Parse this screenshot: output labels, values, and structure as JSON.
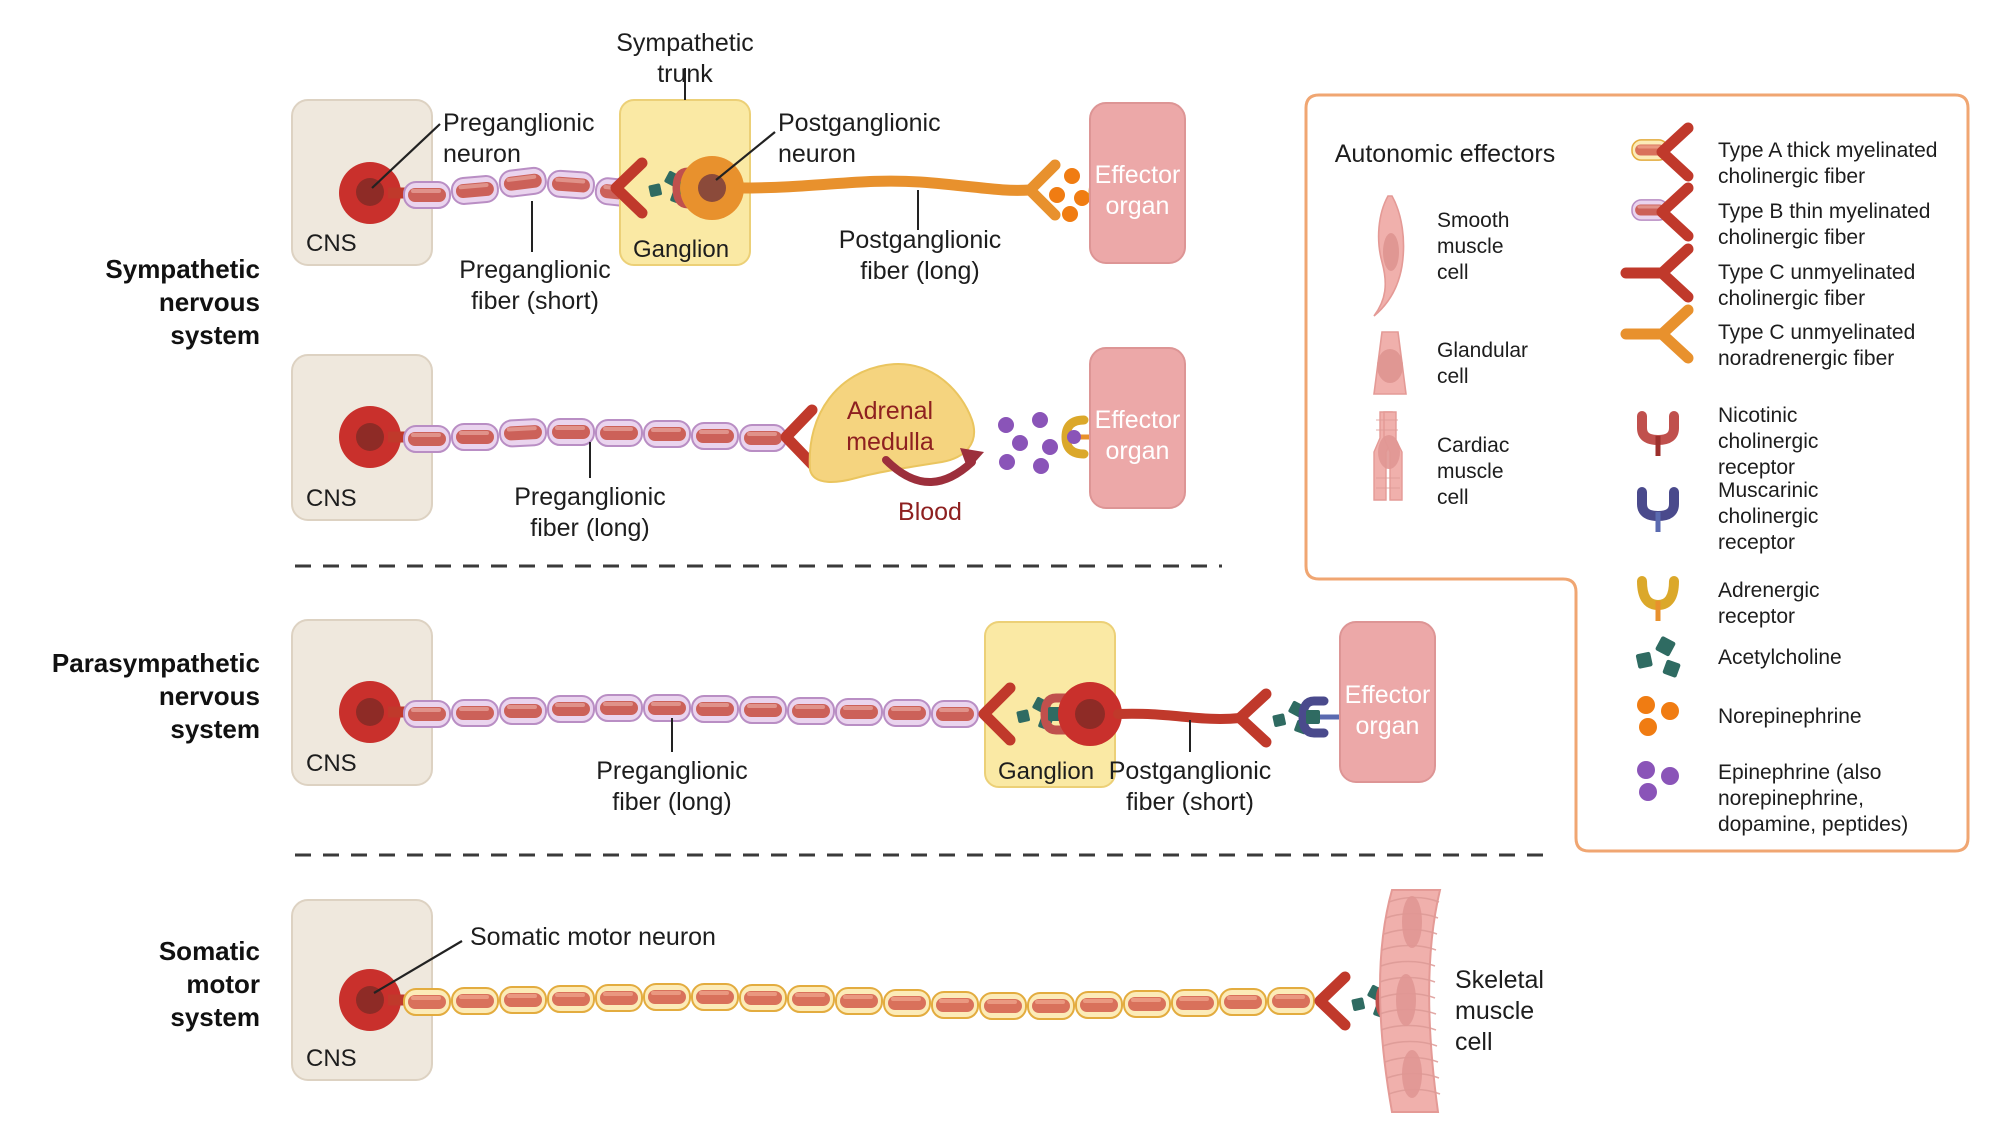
{
  "rows": [
    {
      "label": "Sympathetic\nnervous\nsystem"
    },
    {
      "label": "Parasympathetic\nnervous\nsystem"
    },
    {
      "label": "Somatic\nmotor\nsystem"
    }
  ],
  "sympathetic": {
    "cns": "CNS",
    "preganglionic_neuron": "Preganglionic\nneuron",
    "preganglionic_fiber": "Preganglionic\nfiber (short)",
    "sympathetic_trunk": "Sympathetic\ntrunk",
    "ganglion": "Ganglion",
    "postganglionic_neuron": "Postganglionic\nneuron",
    "postganglionic_fiber": "Postganglionic\nfiber (long)",
    "effector_organ": "Effector\norgan"
  },
  "adrenal": {
    "cns": "CNS",
    "preganglionic_fiber": "Preganglionic\nfiber (long)",
    "adrenal_medulla": "Adrenal\nmedulla",
    "blood": "Blood",
    "effector_organ": "Effector\norgan"
  },
  "parasympathetic": {
    "cns": "CNS",
    "preganglionic_fiber": "Preganglionic\nfiber (long)",
    "ganglion": "Ganglion",
    "postganglionic_fiber": "Postganglionic\nfiber (short)",
    "effector_organ": "Effector\norgan"
  },
  "somatic": {
    "cns": "CNS",
    "somatic_motor_neuron": "Somatic motor neuron",
    "skeletal_muscle_cell": "Skeletal\nmuscle\ncell"
  },
  "legend": {
    "effectors_title": "Autonomic effectors",
    "effectors": [
      {
        "name": "smooth-muscle-cell",
        "label": "Smooth\nmuscle\ncell"
      },
      {
        "name": "glandular-cell",
        "label": "Glandular\ncell"
      },
      {
        "name": "cardiac-muscle-cell",
        "label": "Cardiac\nmuscle\ncell"
      }
    ],
    "items": [
      {
        "name": "type-a-fiber",
        "label": "Type A thick myelinated\ncholinergic fiber"
      },
      {
        "name": "type-b-fiber",
        "label": "Type B thin myelinated\ncholinergic fiber"
      },
      {
        "name": "type-c-cholinergic-fiber",
        "label": "Type C unmyelinated\ncholinergic fiber"
      },
      {
        "name": "type-c-noradrenergic-fiber",
        "label": "Type C unmyelinated\nnoradrenergic fiber"
      },
      {
        "name": "nicotinic-receptor",
        "label": "Nicotinic\ncholinergic\nreceptor"
      },
      {
        "name": "muscarinic-receptor",
        "label": "Muscarinic\ncholinergic\nreceptor"
      },
      {
        "name": "adrenergic-receptor",
        "label": "Adrenergic\nreceptor"
      },
      {
        "name": "acetylcholine",
        "label": "Acetylcholine"
      },
      {
        "name": "norepinephrine",
        "label": "Norepinephrine"
      },
      {
        "name": "epinephrine",
        "label": "Epinephrine (also\nnorepinephrine,\ndopamine, peptides)"
      }
    ]
  },
  "colors": {
    "cns_box": "#efe8dd",
    "ganglion_box": "#fae9a4",
    "effector_box": "#eca8a8",
    "soma_red": "#c9302c",
    "soma_orange": "#e8912d",
    "nucleus_dark": "#8b4a3a",
    "fiber_red": "#c0392b",
    "fiber_orange": "#e8912d",
    "myelin_purple": "#d8b6dc",
    "myelin_yellow": "#f6d98a",
    "ach_green": "#2f6b62",
    "norepi_orange": "#f07c12",
    "epi_purple": "#8a54b8",
    "nicotinic_red": "#c0504d",
    "muscarinic_blue": "#4a4a8c",
    "adrenergic_yellow": "#dba82a",
    "adrenal_yellow": "#f5d47f",
    "blood_arrow": "#9c2f3c",
    "legend_border": "#f0a672",
    "muscle_pink": "#f0b0ac"
  }
}
